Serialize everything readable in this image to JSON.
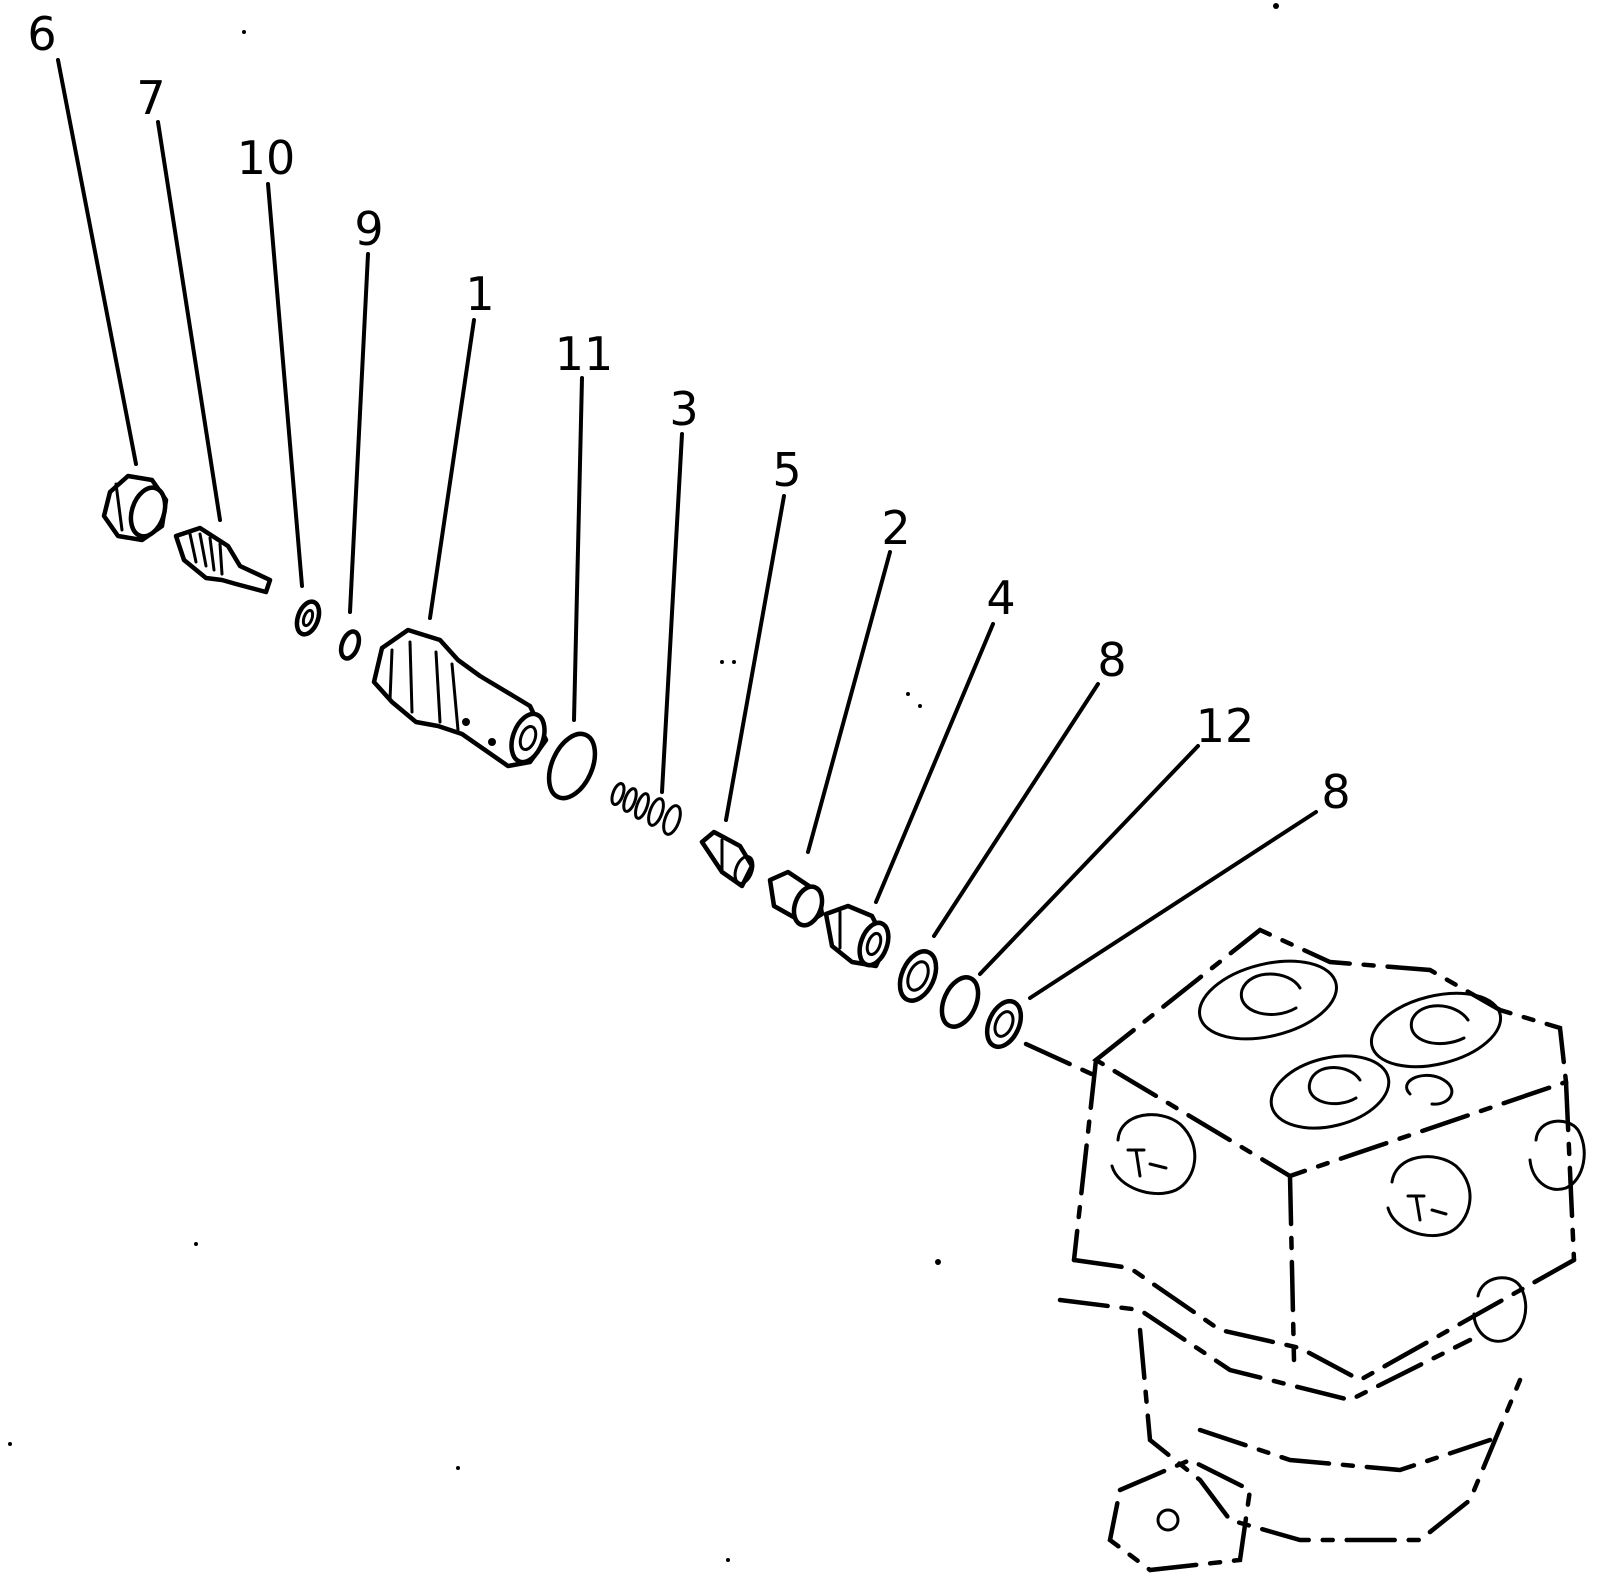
{
  "diagram": {
    "callouts": [
      {
        "id": "6",
        "label": "6"
      },
      {
        "id": "7",
        "label": "7"
      },
      {
        "id": "10",
        "label": "10"
      },
      {
        "id": "9",
        "label": "9"
      },
      {
        "id": "1",
        "label": "1"
      },
      {
        "id": "11",
        "label": "11"
      },
      {
        "id": "3",
        "label": "3"
      },
      {
        "id": "5",
        "label": "5"
      },
      {
        "id": "2",
        "label": "2"
      },
      {
        "id": "4",
        "label": "4"
      },
      {
        "id": "8a",
        "label": "8"
      },
      {
        "id": "12",
        "label": "12"
      },
      {
        "id": "8b",
        "label": "8"
      }
    ]
  }
}
